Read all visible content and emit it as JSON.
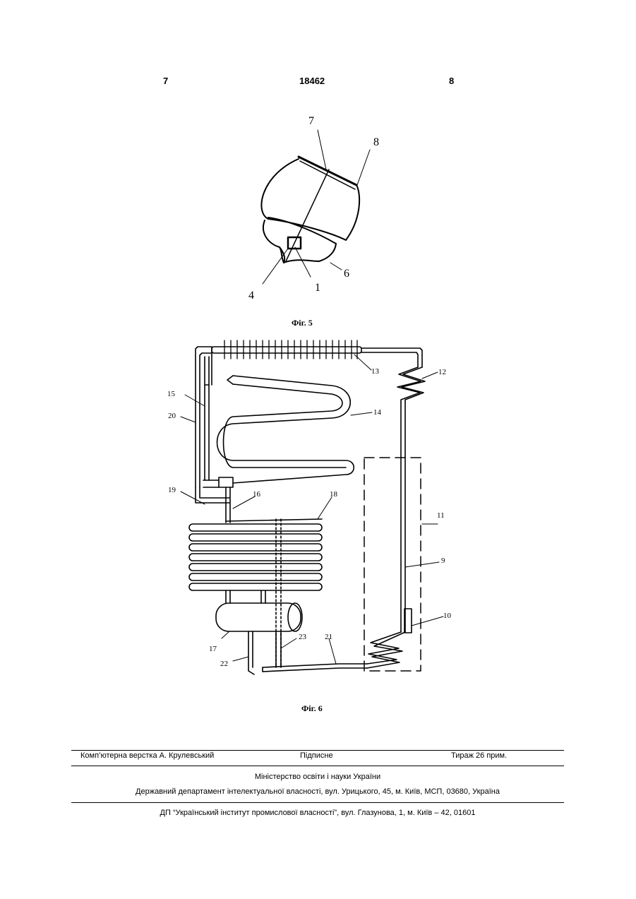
{
  "header": {
    "left_page": "7",
    "patent_number": "18462",
    "right_page": "8"
  },
  "figure5": {
    "caption": "Фіг. 5",
    "labels": {
      "l7": "7",
      "l8": "8",
      "l6": "6",
      "l4": "4",
      "l1": "1"
    }
  },
  "figure6": {
    "caption": "Фіг. 6",
    "labels": {
      "l13": "13",
      "l12": "12",
      "l14": "14",
      "l15": "15",
      "l20": "20",
      "l19": "19",
      "l16": "16",
      "l18": "18",
      "l11": "11",
      "l9": "9",
      "l10": "10",
      "l17": "17",
      "l23": "23",
      "l21": "21",
      "l22": "22"
    }
  },
  "footer": {
    "layout": "Комп’ютерна верстка А. Крулевський",
    "signed": "Підписне",
    "circulation": "Тираж 26 прим.",
    "ministry": "Міністерство освіти і науки України",
    "department": "Державний департамент інтелектуальної власності, вул. Урицького, 45, м. Київ, МСП, 03680, Україна",
    "institute": "ДП “Український інститут промислової власності”, вул. Глазунова, 1, м. Київ – 42, 01601"
  }
}
